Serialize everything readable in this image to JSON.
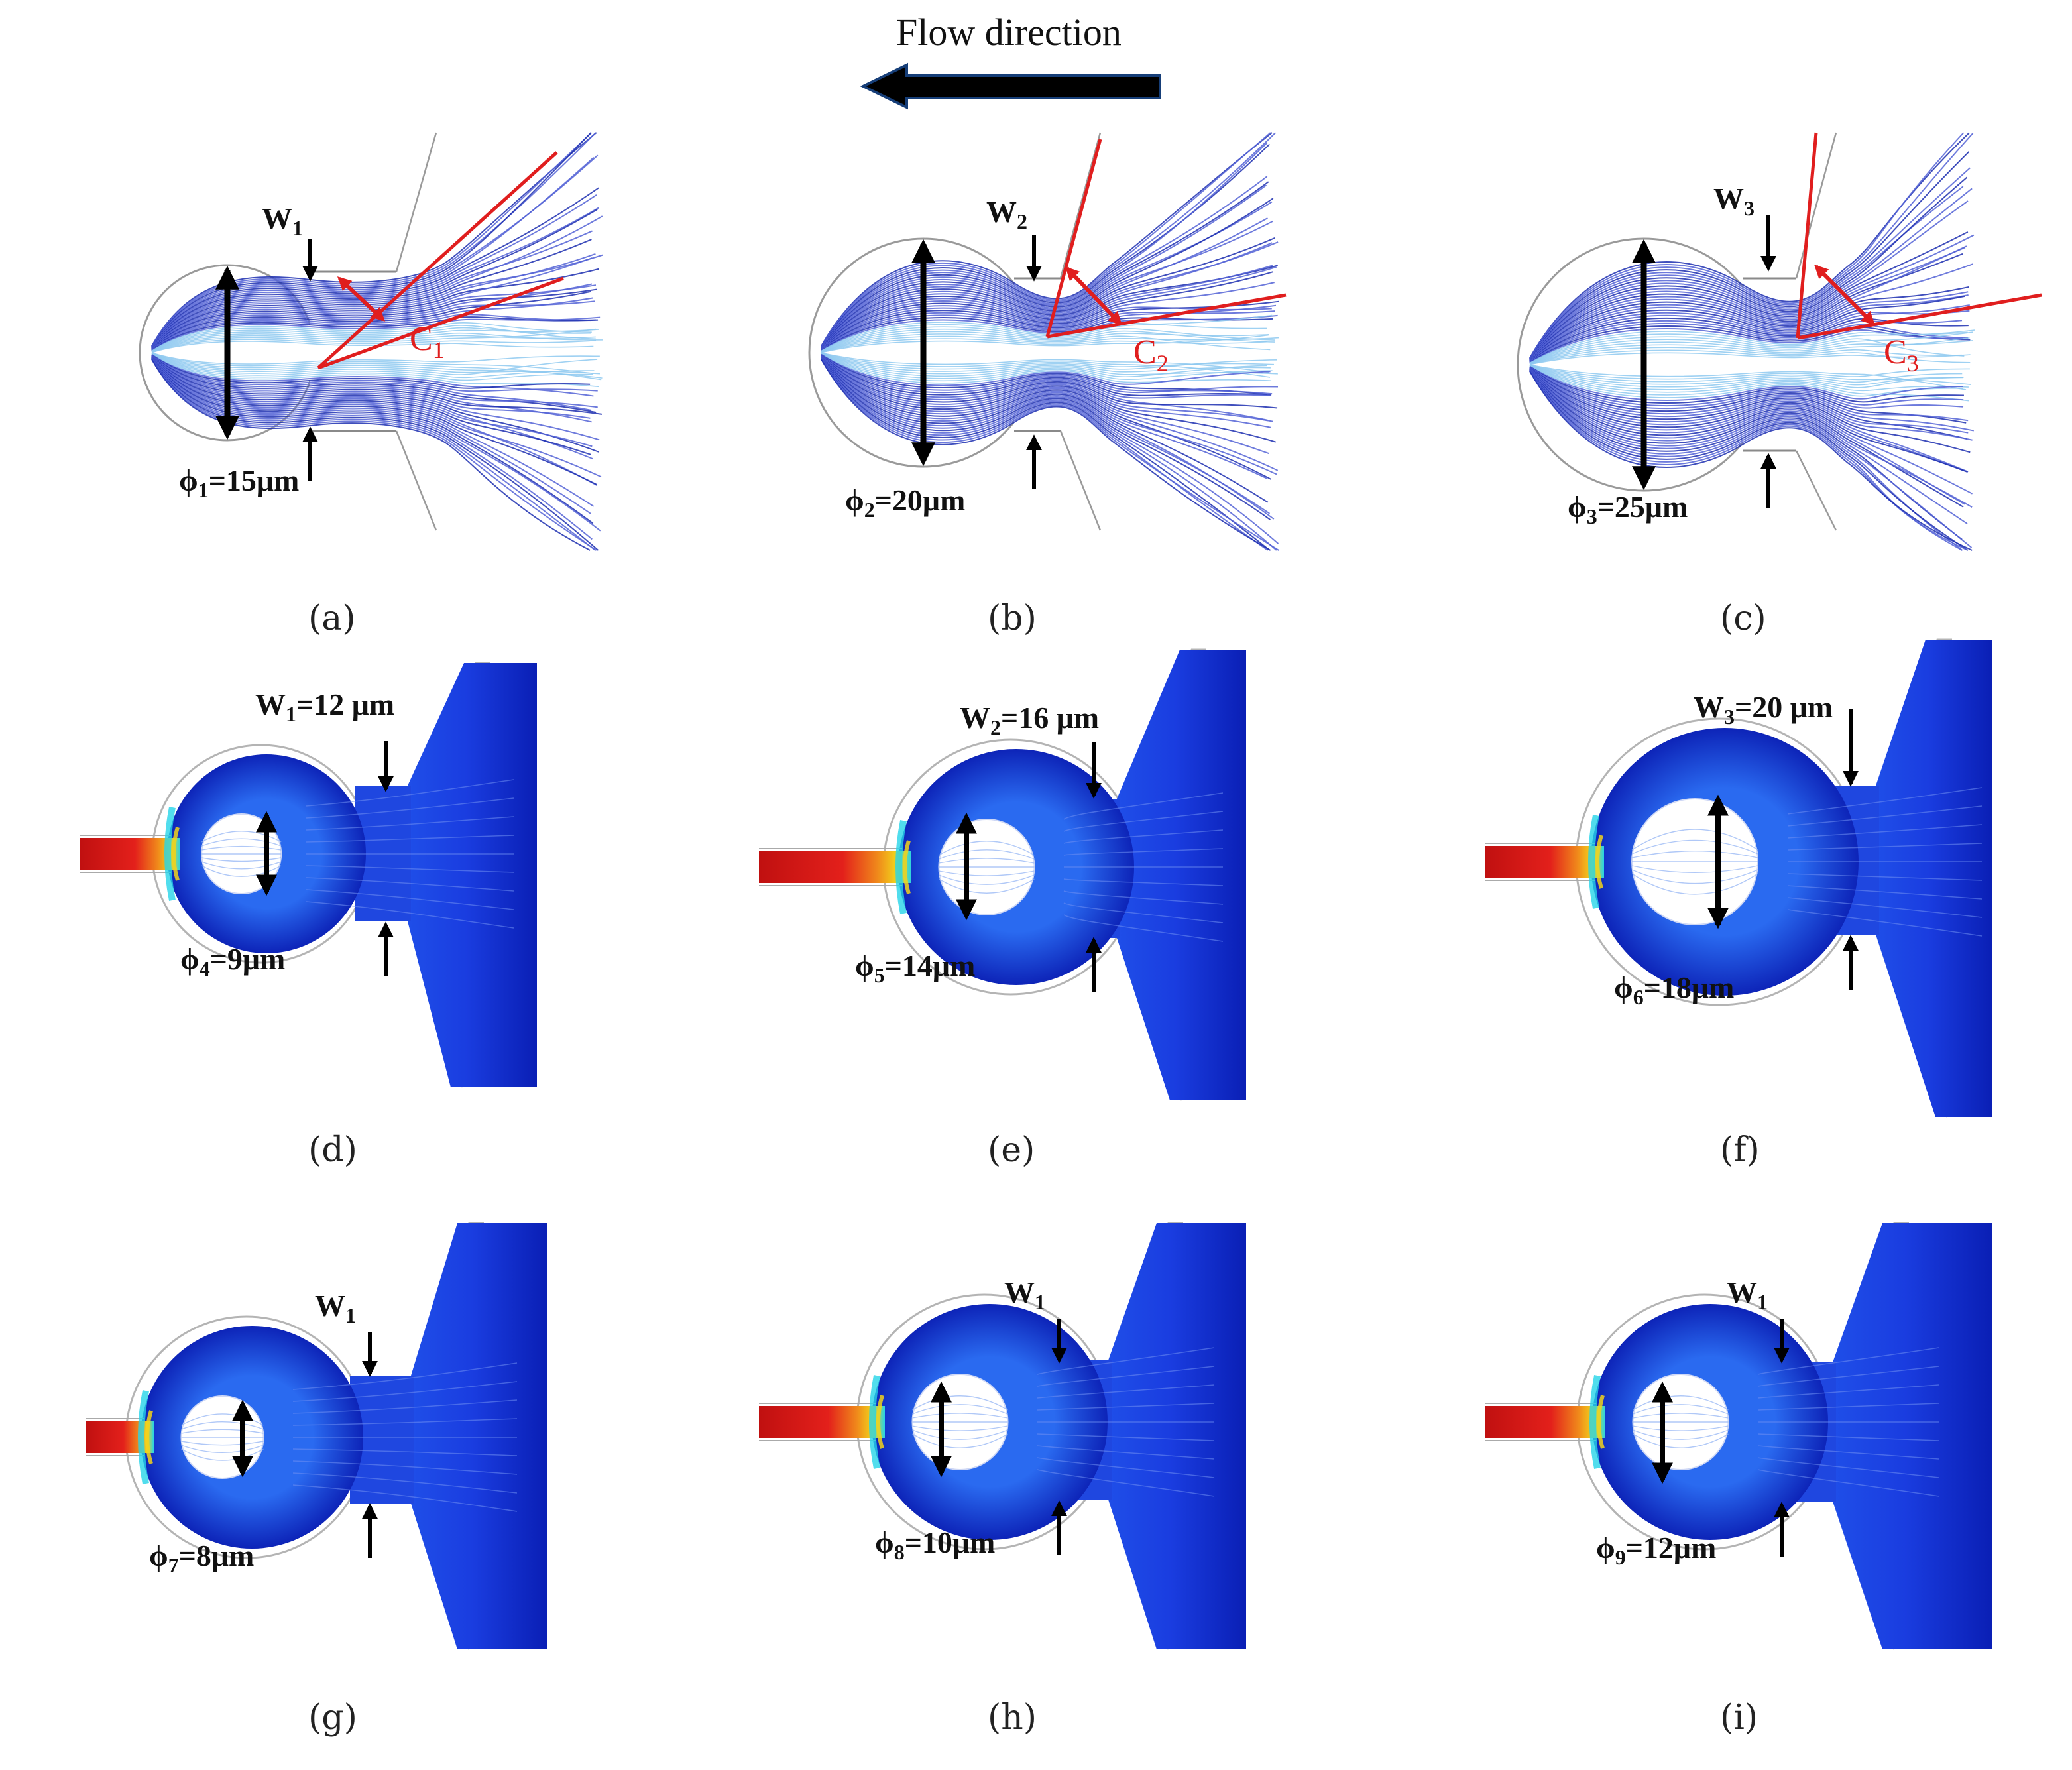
{
  "header": {
    "flow_label": "Flow direction"
  },
  "colors": {
    "flow_deep": "#0a1fb5",
    "flow_mid": "#1a3de0",
    "line_blue": "#2b3fc8",
    "jet_red": "#e3201b",
    "jet_yellow": "#f2d21b",
    "jet_cyan": "#25d4e8",
    "annotation_red": "#e01e1e",
    "arrow_black": "#000000"
  },
  "panels": [
    {
      "id": "a",
      "label": "(a)",
      "style": "streamline",
      "w_main": "W",
      "w_sub": "1",
      "w_suffix": "",
      "phi_sub": "1",
      "phi_suffix": "=15μm",
      "c_main": "C",
      "c_sub": "1"
    },
    {
      "id": "b",
      "label": "(b)",
      "style": "streamline",
      "w_main": "W",
      "w_sub": "2",
      "w_suffix": "",
      "phi_sub": "2",
      "phi_suffix": "=20μm",
      "c_main": "C",
      "c_sub": "2"
    },
    {
      "id": "c",
      "label": "(c)",
      "style": "streamline",
      "w_main": "W",
      "w_sub": "3",
      "w_suffix": "",
      "phi_sub": "3",
      "phi_suffix": "=25μm",
      "c_main": "C",
      "c_sub": "3"
    },
    {
      "id": "d",
      "label": "(d)",
      "style": "contour",
      "w_main": "W",
      "w_sub": "1",
      "w_suffix": "=12 μm",
      "phi_sub": "4",
      "phi_suffix": "=9μm"
    },
    {
      "id": "e",
      "label": "(e)",
      "style": "contour",
      "w_main": "W",
      "w_sub": "2",
      "w_suffix": "=16 μm",
      "phi_sub": "5",
      "phi_suffix": "=14μm"
    },
    {
      "id": "f",
      "label": "(f)",
      "style": "contour",
      "w_main": "W",
      "w_sub": "3",
      "w_suffix": "=20 μm",
      "phi_sub": "6",
      "phi_suffix": "=18μm"
    },
    {
      "id": "g",
      "label": "(g)",
      "style": "contour",
      "w_main": "W",
      "w_sub": "1",
      "w_suffix": "",
      "phi_sub": "7",
      "phi_suffix": "=8μm"
    },
    {
      "id": "h",
      "label": "(h)",
      "style": "contour",
      "w_main": "W",
      "w_sub": "1",
      "w_suffix": "",
      "phi_sub": "8",
      "phi_suffix": "=10μm"
    },
    {
      "id": "i",
      "label": "(i)",
      "style": "contour",
      "w_main": "W",
      "w_sub": "1",
      "w_suffix": "",
      "phi_sub": "9",
      "phi_suffix": "=12μm"
    }
  ]
}
